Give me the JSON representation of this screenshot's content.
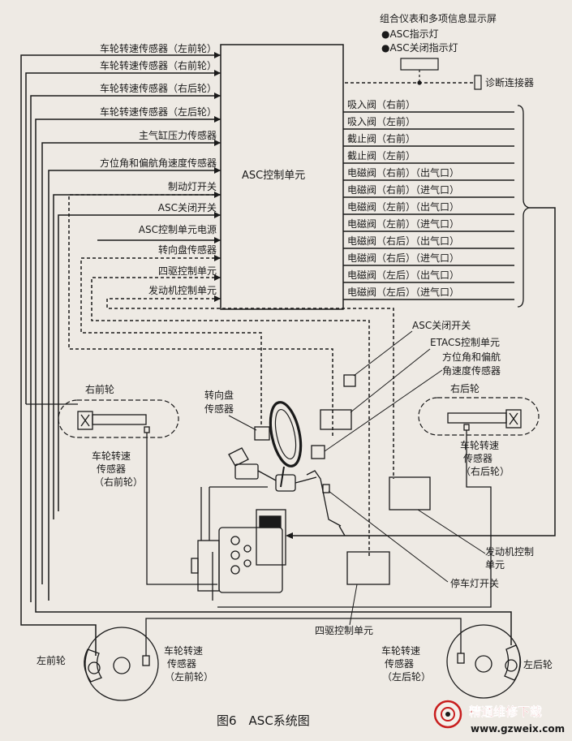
{
  "display": {
    "title": "组合仪表和多项信息显示屏",
    "line1": "●ASC指示灯",
    "line2": "●ASC关闭指示灯"
  },
  "diagnostic_connector": "诊断连接器",
  "controller": "ASC控制单元",
  "inputs": [
    "车轮转速传感器（左前轮）",
    "车轮转速传感器（右前轮）",
    "车轮转速传感器（右后轮）",
    "车轮转速传感器（左后轮）",
    "主气缸压力传感器",
    "方位角和偏航角速度传感器",
    "制动灯开关",
    "ASC关闭开关",
    "ASC控制单元电源",
    "转向盘传感器",
    "四驱控制单元",
    "发动机控制单元"
  ],
  "valves": [
    "吸入阀（右前）",
    "吸入阀（左前）",
    "截止阀（右前）",
    "截止阀（左前）",
    "电磁阀（右前）（出气口）",
    "电磁阀（右前）（进气口）",
    "电磁阀（左前）（出气口）",
    "电磁阀（左前）（进气口）",
    "电磁阀（右后）（出气口）",
    "电磁阀（右后）（进气口）",
    "电磁阀（左后）（出气口）",
    "电磁阀（左后）（进气口）"
  ],
  "components": {
    "asc_off_switch": "ASC关闭开关",
    "etacs": "ETACS控制单元",
    "yaw_sensor_1": "方位角和偏航",
    "yaw_sensor_2": "角速度传感器",
    "rear_right_wheel": "右后轮",
    "front_right_wheel": "右前轮",
    "steering_sensor_1": "转向盘",
    "steering_sensor_2": "传感器",
    "fr_speed_1": "车轮转速",
    "fr_speed_2": "传感器",
    "fr_speed_3": "（右前轮）",
    "rr_speed_1": "车轮转速",
    "rr_speed_2": "传感器",
    "rr_speed_3": "（右后轮）",
    "engine_ecu_1": "发动机控制",
    "engine_ecu_2": "单元",
    "stop_lamp_switch": "停车灯开关",
    "awd_ecu": "四驱控制单元",
    "front_left_wheel": "左前轮",
    "fl_speed_1": "车轮转速",
    "fl_speed_2": "传感器",
    "fl_speed_3": "（左前轮）",
    "rl_speed_1": "车轮转速",
    "rl_speed_2": "传感器",
    "rl_speed_3": "（左后轮）",
    "rear_left_wheel": "左后轮"
  },
  "caption": "图6　ASC系统图",
  "watermark": {
    "text": "精通维修下载",
    "url": "www.gzweix.com"
  },
  "colors": {
    "line": "#1a1a1a",
    "background": "#eeeae4",
    "watermark_red": "#c81e1e"
  }
}
